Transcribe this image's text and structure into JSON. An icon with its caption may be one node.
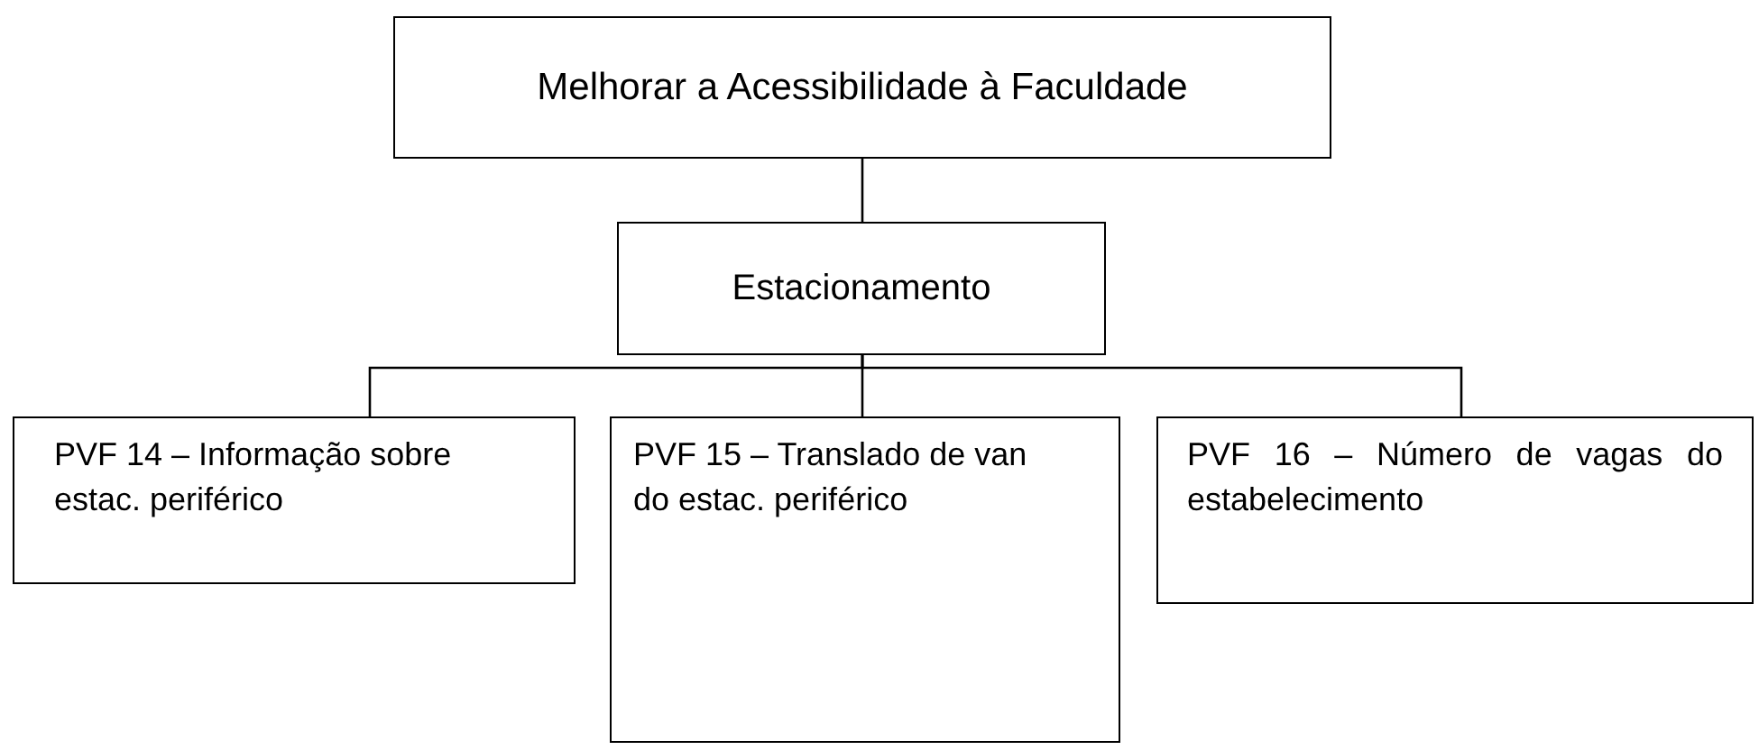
{
  "diagram": {
    "nodes": [
      {
        "text": [
          "Melhorar a Acessibilidade à Faculdade"
        ]
      },
      {
        "text": [
          "Estacionamento"
        ]
      },
      {
        "text": [
          "PVF 14 – Informação sobre estac. periférico"
        ]
      },
      {
        "text": [
          "PVF 15 – Translado de van do estac. periférico"
        ]
      },
      {
        "text": [
          "PVF 16 – Número de vagas do estabelecimento"
        ]
      }
    ],
    "edges": [
      {
        "from": 0,
        "to": 1,
        "arrow": "none"
      },
      {
        "from": 1,
        "to": 2,
        "arrow": "none"
      },
      {
        "from": 1,
        "to": 3,
        "arrow": "none"
      },
      {
        "from": 1,
        "to": 4,
        "arrow": "none"
      }
    ]
  }
}
